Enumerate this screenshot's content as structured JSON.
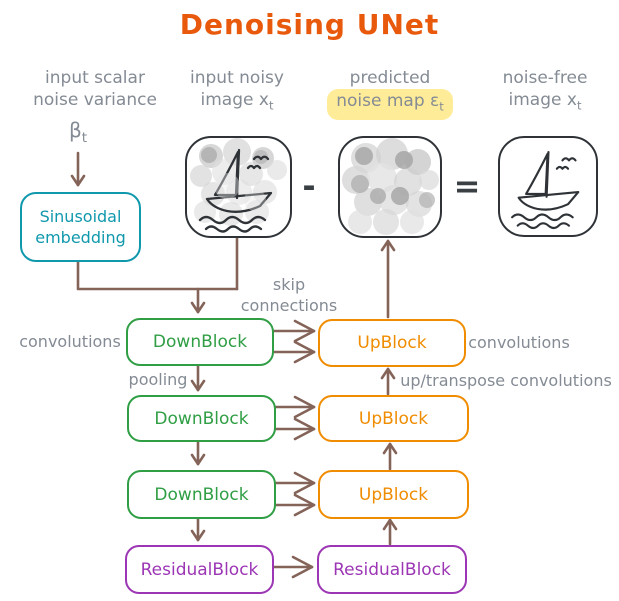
{
  "title": "Denoising UNet",
  "headers": {
    "variance": {
      "line1": "input scalar",
      "line2": "noise variance",
      "symbol": "β",
      "symbol_sub": "t"
    },
    "noisy": {
      "line1": "input noisy",
      "line2": "image x",
      "sub": "t"
    },
    "predicted": {
      "line1": "predicted",
      "line2": "noise map ε",
      "sub": "t"
    },
    "clean": {
      "line1": "noise-free",
      "line2": "image x",
      "sub": "t"
    }
  },
  "operators": {
    "minus": "-",
    "equals": "="
  },
  "embedding_box": {
    "line1": "Sinusoidal",
    "line2": "embedding"
  },
  "blocks": {
    "down1": "DownBlock",
    "down2": "DownBlock",
    "down3": "DownBlock",
    "up1": "UpBlock",
    "up2": "UpBlock",
    "up3": "UpBlock",
    "residual1": "ResidualBlock",
    "residual2": "ResidualBlock"
  },
  "annotations": {
    "conv_left": "convolutions",
    "conv_right": "convolutions",
    "pooling": "pooling",
    "skip_line1": "skip",
    "skip_line2": "connections",
    "up_transpose": "up/transpose convolutions"
  },
  "icons": {
    "noisy_image": "sailboat-with-noise-overlay-icon",
    "noise_map_image": "noise-circles-icon",
    "clean_image": "sailboat-sketch-icon"
  },
  "colors": {
    "title_orange": "#e8590c",
    "label_gray": "#848b94",
    "teal": "#1098ad",
    "green": "#2f9e44",
    "block_orange": "#f08c00",
    "purple": "#9c36b5",
    "arrow_brown": "#846358",
    "highlight_yellow": "#ffec99",
    "sketch_dark": "#2f3337"
  }
}
